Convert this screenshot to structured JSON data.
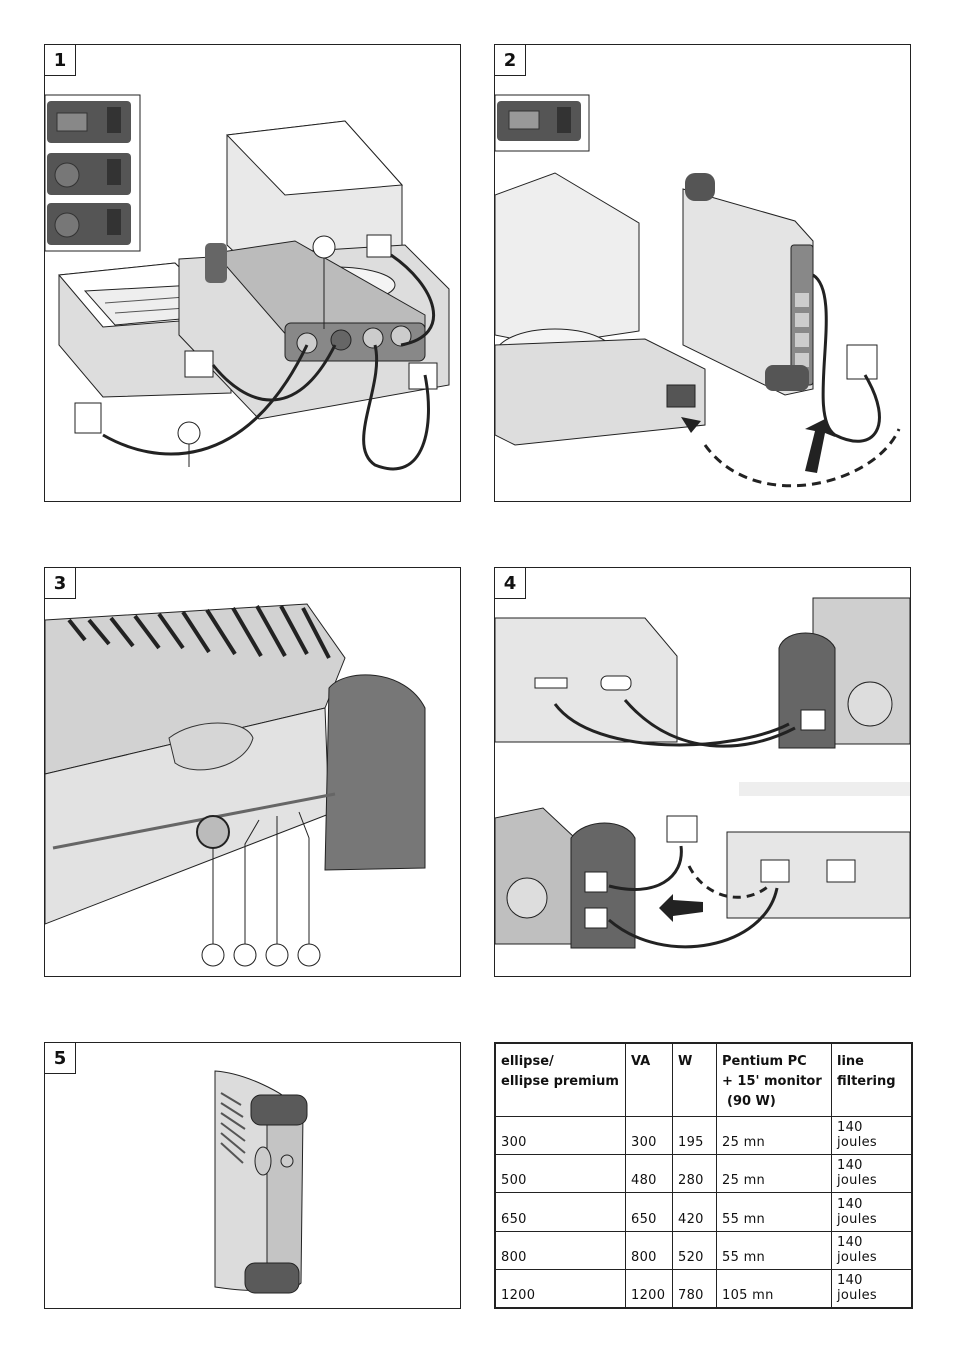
{
  "panels": [
    {
      "number": "1"
    },
    {
      "number": "2"
    },
    {
      "number": "3"
    },
    {
      "number": "4"
    },
    {
      "number": "5"
    }
  ],
  "spec_table": {
    "headers": {
      "model_line1": "ellipse/",
      "model_line2": "ellipse premium",
      "va": "VA",
      "w": "W",
      "pc_line1": "Pentium PC",
      "pc_line2": "+ 15' monitor",
      "pc_line3": "(90 W)",
      "filter_line1": "line",
      "filter_line2": "filtering"
    },
    "rows": [
      [
        "300",
        "300",
        "195",
        "25 mn",
        "140 joules"
      ],
      [
        "500",
        "480",
        "280",
        "25 mn",
        "140 joules"
      ],
      [
        "650",
        "650",
        "420",
        "55 mn",
        "140 joules"
      ],
      [
        "800",
        "800",
        "520",
        "55 mn",
        "140 joules"
      ],
      [
        "1200",
        "1200",
        "780",
        "105 mn",
        "140 joules"
      ]
    ]
  }
}
